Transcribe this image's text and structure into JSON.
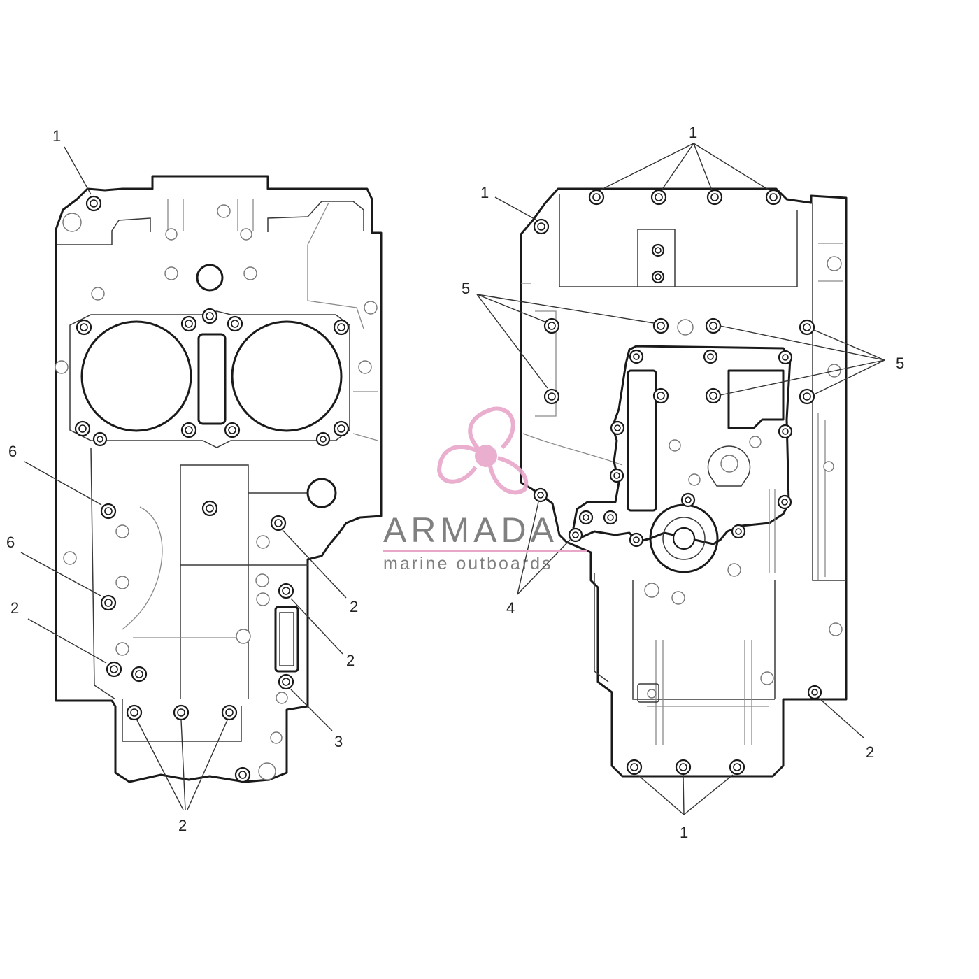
{
  "diagram": {
    "left_view": {
      "callouts": [
        {
          "id": "l-1",
          "text": "1"
        },
        {
          "id": "l-6a",
          "text": "6"
        },
        {
          "id": "l-6b",
          "text": "6"
        },
        {
          "id": "l-2a",
          "text": "2"
        },
        {
          "id": "l-2b",
          "text": "2"
        },
        {
          "id": "l-2c",
          "text": "2"
        },
        {
          "id": "l-3",
          "text": "3"
        },
        {
          "id": "l-2d",
          "text": "2"
        }
      ]
    },
    "right_view": {
      "callouts": [
        {
          "id": "r-1top",
          "text": "1"
        },
        {
          "id": "r-1left",
          "text": "1"
        },
        {
          "id": "r-5left",
          "text": "5"
        },
        {
          "id": "r-5right",
          "text": "5"
        },
        {
          "id": "r-4",
          "text": "4"
        },
        {
          "id": "r-2",
          "text": "2"
        },
        {
          "id": "r-1bottom",
          "text": "1"
        }
      ]
    }
  },
  "watermark": {
    "title": "ARMADA",
    "subtitle": "marine outboards",
    "logo": "propeller-icon",
    "logo_color": "#e8a6c9",
    "text_color": "#6b6b6b"
  }
}
